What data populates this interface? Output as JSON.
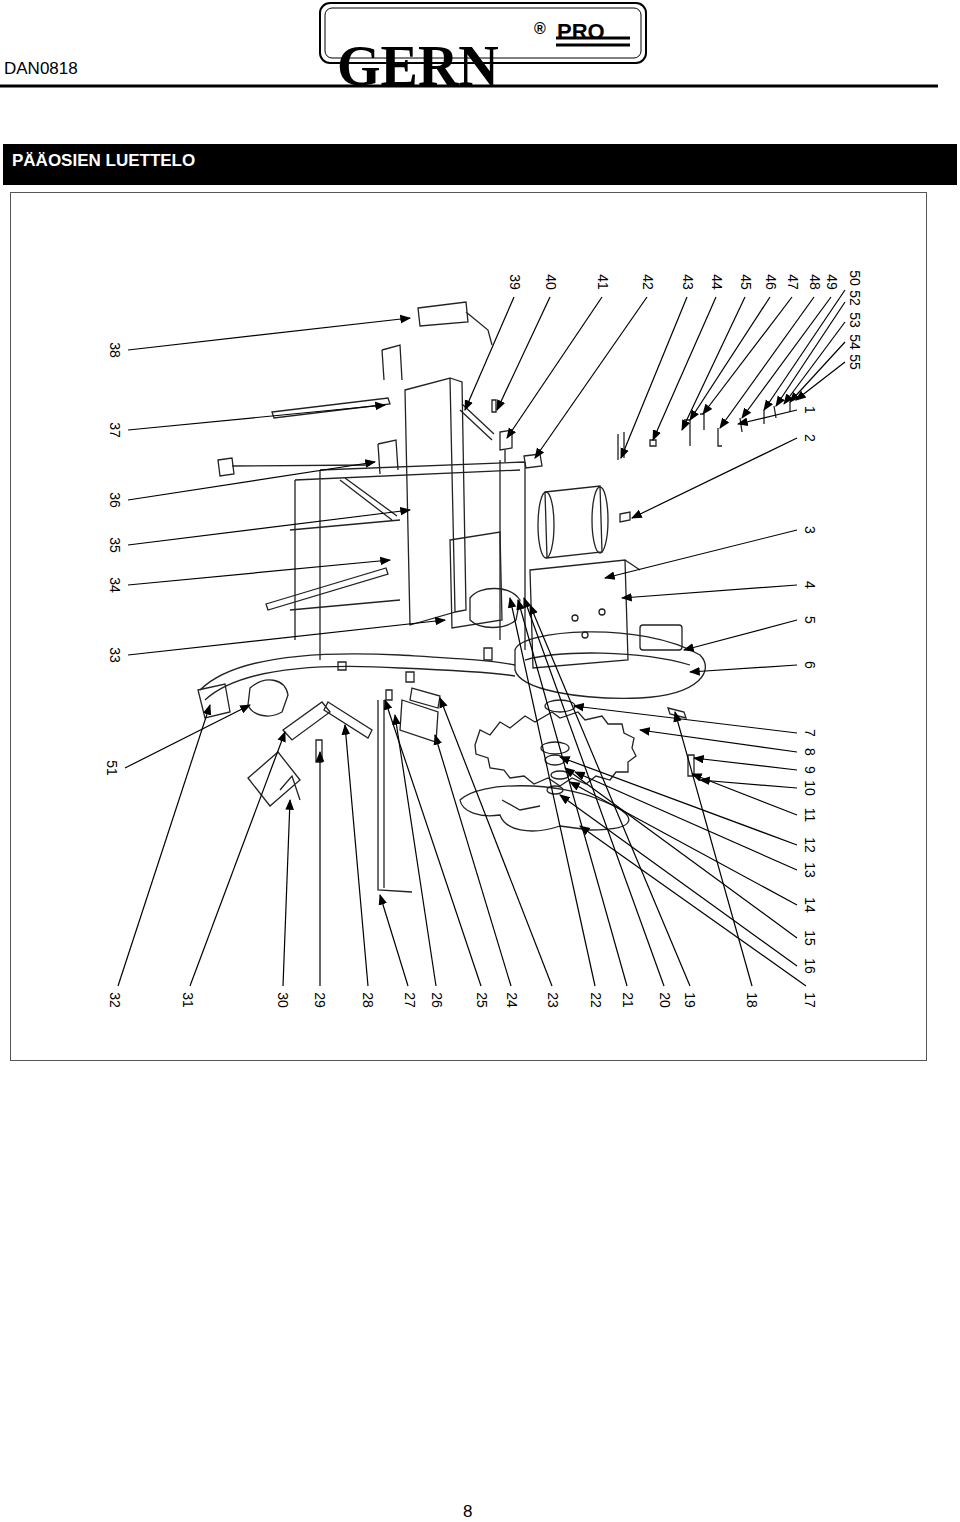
{
  "diagram": {
    "title": "PÄÄOSIEN LUETTELO",
    "labels": [
      "DAN0818",
      "GERN",
      "®",
      "PRO",
      "38",
      "37",
      "36",
      "35",
      "34",
      "33",
      "51",
      "32",
      "31",
      "30",
      "29",
      "28",
      "27",
      "26",
      "25",
      "24",
      "23",
      "22",
      "21",
      "20",
      "19",
      "18",
      "17",
      "16",
      "15",
      "14",
      "13",
      "12",
      "11",
      "10",
      "9",
      "8",
      "7",
      "6",
      "5",
      "4",
      "3",
      "2",
      "1",
      "39",
      "40",
      "41",
      "42",
      "43",
      "44",
      "45",
      "46",
      "47",
      "48",
      "49",
      "50",
      "52",
      "53",
      "54",
      "55",
      "8"
    ]
  }
}
